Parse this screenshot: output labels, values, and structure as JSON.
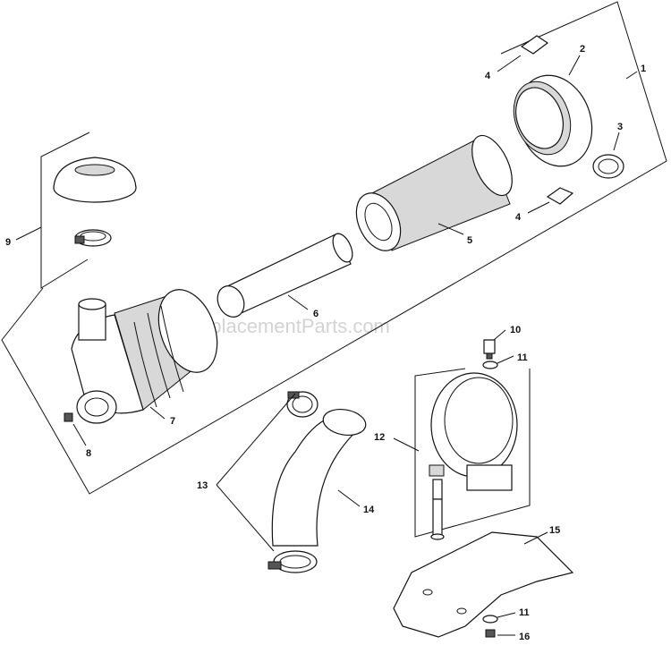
{
  "watermark": "eReplacementParts.com",
  "callouts": {
    "c1": "1",
    "c2": "2",
    "c3": "3",
    "c4a": "4",
    "c4b": "4",
    "c5": "5",
    "c6": "6",
    "c7": "7",
    "c8": "8",
    "c9": "9",
    "c10": "10",
    "c11a": "11",
    "c11b": "11",
    "c12": "12",
    "c13": "13",
    "c14": "14",
    "c15": "15",
    "c16": "16"
  }
}
